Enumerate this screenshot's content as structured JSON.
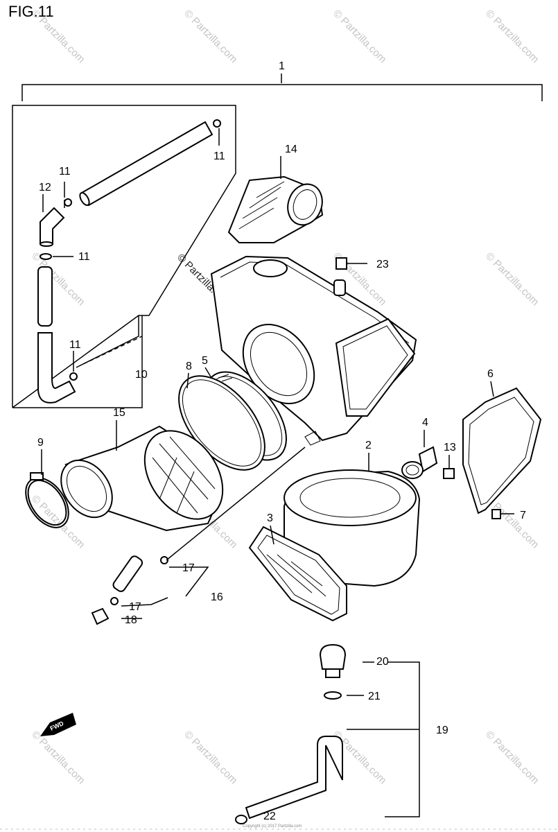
{
  "figure_title": "FIG.11",
  "watermark": "© Partzilla.com",
  "fwd_label": "FWD",
  "footer_text": "Copyright (c) 2017 Partzilla.com",
  "callouts": {
    "c1": "1",
    "c11a": "11",
    "c11b": "11",
    "c12": "12",
    "c11c": "11",
    "c11d": "11",
    "c14": "14",
    "c23": "23",
    "c10": "10",
    "c8": "8",
    "c5": "5",
    "c6": "6",
    "c15": "15",
    "c4": "4",
    "c9": "9",
    "c2": "2",
    "c13": "13",
    "c3": "3",
    "c7": "7",
    "c17a": "17",
    "c16": "16",
    "c17b": "17",
    "c18": "18",
    "c20": "20",
    "c21": "21",
    "c19": "19",
    "c22": "22"
  }
}
